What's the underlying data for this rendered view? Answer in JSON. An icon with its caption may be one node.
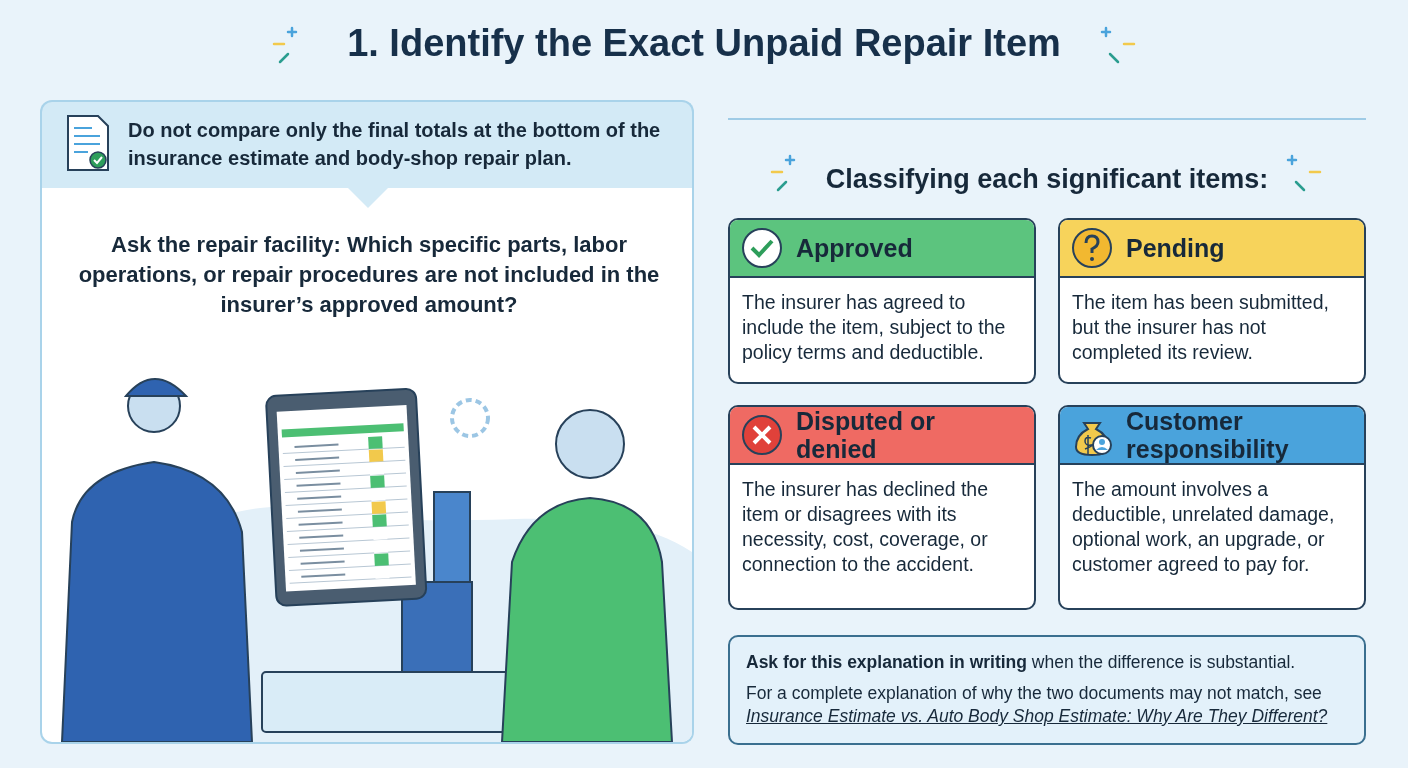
{
  "diagram": {
    "title": "1. Identify the Exact Unpaid Repair Item",
    "nodes": [
      {
        "text": [
          "Do not compare only the final totals at the bottom of the insurance estimate and body-shop repair plan."
        ]
      },
      {
        "text": [
          "Ask the repair facility: Which specific parts, labor operations, or repair procedures are not included in the insurer’s approved amount?"
        ]
      },
      {
        "text": [
          "Approved",
          "The insurer has agreed to include the item, subject to the policy terms and deductible."
        ]
      },
      {
        "text": [
          "Pending",
          "The item has been submitted, but the insurer has not completed its review."
        ]
      },
      {
        "text": [
          "Disputed or denied",
          "The insurer has declined the item or disagrees with its necessity, cost, coverage, or connection to the accident."
        ]
      },
      {
        "text": [
          "Customer responsibility",
          "The amount involves a deductible, unrelated damage, optional work, an upgrade, or customer agreed to pay for."
        ]
      },
      {
        "text": [
          "**Ask for this explanation in writing** when the difference is substantial.",
          "For a complete explanation of why the two documents may not match, see *Insurance Estimate vs. Auto Body Shop Estimate: Why Are They Different?*"
        ]
      }
    ],
    "labels": [
      "Classifying each significant items:"
    ]
  }
}
